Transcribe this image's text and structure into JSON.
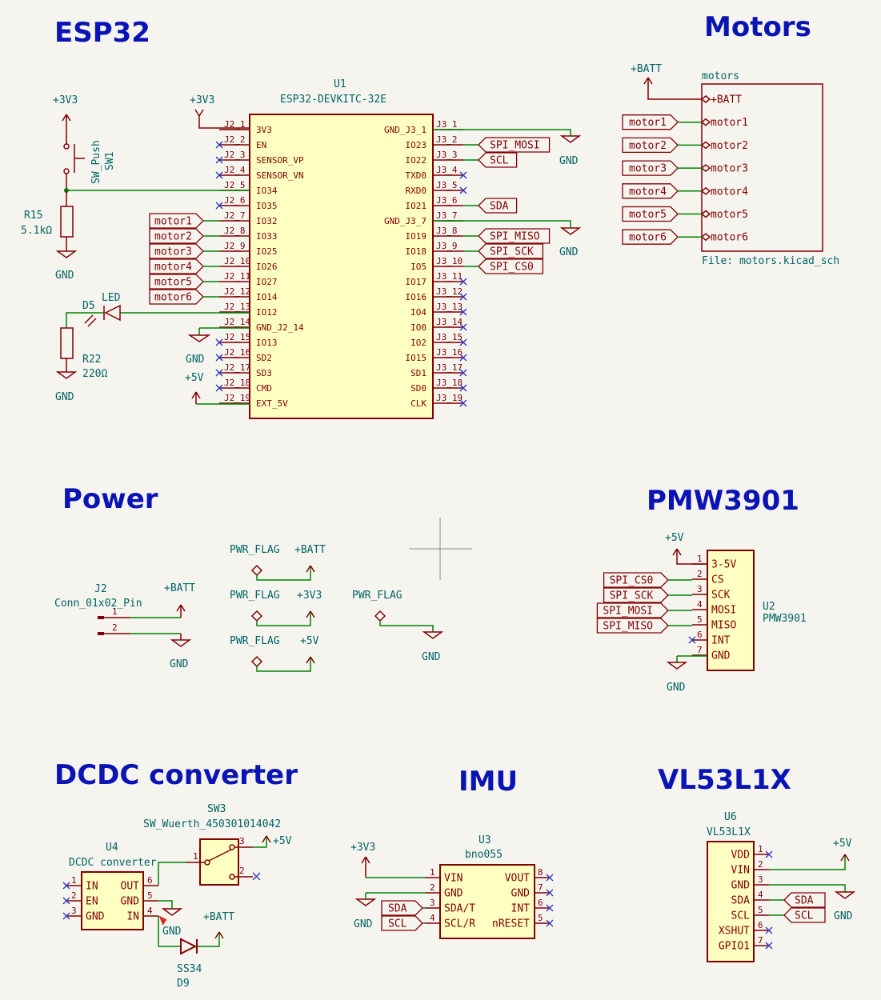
{
  "sections": {
    "esp32": "ESP32",
    "motors": "Motors",
    "power": "Power",
    "pmw3901": "PMW3901",
    "dcdc": "DCDC converter",
    "imu": "IMU",
    "vl53l1x": "VL53L1X"
  },
  "esp32": {
    "ref": "U1",
    "value": "ESP32-DEVKITC-32E",
    "left_pins": [
      {
        "num": "J2_1",
        "name": "3V3"
      },
      {
        "num": "J2_2",
        "name": "EN"
      },
      {
        "num": "J2_3",
        "name": "SENSOR_VP"
      },
      {
        "num": "J2_4",
        "name": "SENSOR_VN"
      },
      {
        "num": "J2_5",
        "name": "IO34"
      },
      {
        "num": "J2_6",
        "name": "IO35"
      },
      {
        "num": "J2_7",
        "name": "IO32"
      },
      {
        "num": "J2_8",
        "name": "IO33"
      },
      {
        "num": "J2_9",
        "name": "IO25"
      },
      {
        "num": "J2_10",
        "name": "IO26"
      },
      {
        "num": "J2_11",
        "name": "IO27"
      },
      {
        "num": "J2_12",
        "name": "IO14"
      },
      {
        "num": "J2_13",
        "name": "IO12"
      },
      {
        "num": "J2_14",
        "name": "GND_J2_14"
      },
      {
        "num": "J2_15",
        "name": "IO13"
      },
      {
        "num": "J2_16",
        "name": "SD2"
      },
      {
        "num": "J2_17",
        "name": "SD3"
      },
      {
        "num": "J2_18",
        "name": "CMD"
      },
      {
        "num": "J2_19",
        "name": "EXT_5V"
      }
    ],
    "right_pins": [
      {
        "num": "J3_1",
        "name": "GND_J3_1"
      },
      {
        "num": "J3_2",
        "name": "IO23"
      },
      {
        "num": "J3_3",
        "name": "IO22"
      },
      {
        "num": "J3_4",
        "name": "TXD0"
      },
      {
        "num": "J3_5",
        "name": "RXD0"
      },
      {
        "num": "J3_6",
        "name": "IO21"
      },
      {
        "num": "J3_7",
        "name": "GND_J3_7"
      },
      {
        "num": "J3_8",
        "name": "IO19"
      },
      {
        "num": "J3_9",
        "name": "IO18"
      },
      {
        "num": "J3_10",
        "name": "IO5"
      },
      {
        "num": "J3_11",
        "name": "IO17"
      },
      {
        "num": "J3_12",
        "name": "IO16"
      },
      {
        "num": "J3_13",
        "name": "IO4"
      },
      {
        "num": "J3_14",
        "name": "IO0"
      },
      {
        "num": "J3_15",
        "name": "IO2"
      },
      {
        "num": "J3_16",
        "name": "IO15"
      },
      {
        "num": "J3_17",
        "name": "SD1"
      },
      {
        "num": "J3_18",
        "name": "SD0"
      },
      {
        "num": "J3_19",
        "name": "CLK"
      }
    ],
    "motor_labels": [
      "motor1",
      "motor2",
      "motor3",
      "motor4",
      "motor5",
      "motor6"
    ],
    "right_labels": {
      "mosi": "SPI_MOSI",
      "scl": "SCL",
      "sda": "SDA",
      "miso": "SPI_MISO",
      "sck": "SPI_SCK",
      "cs": "SPI_CS0"
    },
    "pwr_3v3_a": "+3V3",
    "pwr_3v3_b": "+3V3",
    "pwr_5v": "+5V",
    "gnd": "GND"
  },
  "sw1": {
    "ref": "SW1",
    "value": "SW_Push"
  },
  "r15": {
    "ref": "R15",
    "value": "5.1kΩ"
  },
  "d5": {
    "ref": "D5",
    "value": "LED"
  },
  "r22": {
    "ref": "R22",
    "value": "220Ω"
  },
  "motors": {
    "sheet_name": "motors",
    "sheet_file": "File: motors.kicad_sch",
    "batt": "+BATT",
    "pins": [
      "+BATT",
      "motor1",
      "motor2",
      "motor3",
      "motor4",
      "motor5",
      "motor6"
    ],
    "labels": [
      "motor1",
      "motor2",
      "motor3",
      "motor4",
      "motor5",
      "motor6"
    ]
  },
  "power": {
    "j2_ref": "J2",
    "j2_value": "Conn_01x02_Pin",
    "j2_pins": [
      "1",
      "2"
    ],
    "batt": "+BATT",
    "gnd": "GND",
    "flags": [
      {
        "label": "PWR_FLAG",
        "net": "+BATT"
      },
      {
        "label": "PWR_FLAG",
        "net": "+3V3"
      },
      {
        "label": "PWR_FLAG",
        "net": "+5V"
      },
      {
        "label": "PWR_FLAG",
        "net": "GND"
      }
    ]
  },
  "pmw3901": {
    "ref": "U2",
    "value": "PMW3901",
    "pins": [
      {
        "num": "1",
        "name": "3-5V"
      },
      {
        "num": "2",
        "name": "CS"
      },
      {
        "num": "3",
        "name": "SCK"
      },
      {
        "num": "4",
        "name": "MOSI"
      },
      {
        "num": "5",
        "name": "MISO"
      },
      {
        "num": "6",
        "name": "INT"
      },
      {
        "num": "7",
        "name": "GND"
      }
    ],
    "labels": [
      "SPI_CS0",
      "SPI_SCK",
      "SPI_MOSI",
      "SPI_MISO"
    ],
    "pwr": "+5V",
    "gnd": "GND"
  },
  "dcdc": {
    "ref": "U4",
    "value": "DCDC converter",
    "left_pins": [
      {
        "num": "1",
        "name": "IN"
      },
      {
        "num": "2",
        "name": "EN"
      },
      {
        "num": "3",
        "name": "GND"
      }
    ],
    "right_pins": [
      {
        "num": "6",
        "name": "OUT"
      },
      {
        "num": "5",
        "name": "GND"
      },
      {
        "num": "4",
        "name": "IN"
      }
    ],
    "sw_ref": "SW3",
    "sw_value": "SW_Wuerth_450301014042",
    "sw_pins": [
      "1",
      "3",
      "2"
    ],
    "pwr_5v": "+5V",
    "batt": "+BATT",
    "gnd": "GND",
    "diode_ref": "D9",
    "diode_value": "SS34"
  },
  "imu": {
    "ref": "U3",
    "value": "bno055",
    "left_pins": [
      {
        "num": "1",
        "name": "VIN"
      },
      {
        "num": "2",
        "name": "GND"
      },
      {
        "num": "3",
        "name": "SDA/T"
      },
      {
        "num": "4",
        "name": "SCL/R"
      }
    ],
    "right_pins": [
      {
        "num": "8",
        "name": "VOUT"
      },
      {
        "num": "7",
        "name": "GND"
      },
      {
        "num": "6",
        "name": "INT"
      },
      {
        "num": "5",
        "name": "nRESET"
      }
    ],
    "pwr": "+3V3",
    "gnd": "GND",
    "labels": [
      "SDA",
      "SCL"
    ]
  },
  "vl53": {
    "ref": "U6",
    "value": "VL53L1X",
    "pins": [
      {
        "num": "1",
        "name": "VDD"
      },
      {
        "num": "2",
        "name": "VIN"
      },
      {
        "num": "3",
        "name": "GND"
      },
      {
        "num": "4",
        "name": "SDA"
      },
      {
        "num": "5",
        "name": "SCL"
      },
      {
        "num": "6",
        "name": "XSHUT"
      },
      {
        "num": "7",
        "name": "GPIO1"
      }
    ],
    "pwr": "+5V",
    "gnd": "GND",
    "labels": [
      "SDA",
      "SCL"
    ]
  }
}
